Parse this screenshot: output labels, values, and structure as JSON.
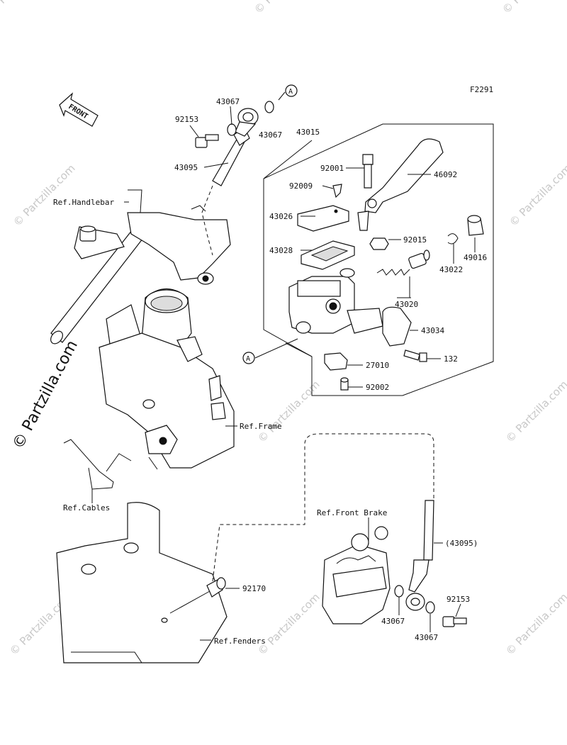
{
  "figure_code": "F2291",
  "front_arrow": "FRONT",
  "ref_a": "A",
  "watermark": "© Partzilla.com",
  "labels": {
    "p43067a": "43067",
    "p43067b": "43067",
    "p92153a": "92153",
    "p43015": "43015",
    "p43095": "43095",
    "p92001": "92001",
    "p46092": "46092",
    "p92009": "92009",
    "p43026": "43026",
    "p92015": "92015",
    "p49016": "49016",
    "p43028": "43028",
    "p43022": "43022",
    "p43020": "43020",
    "p43034": "43034",
    "p132": "132",
    "p27010": "27010",
    "p92002": "92002",
    "p92170": "92170",
    "p43095b": "(43095)",
    "p92153b": "92153",
    "p43067c": "43067",
    "p43067d": "43067"
  },
  "refs": {
    "handlebar": "Ref.Handlebar",
    "frame": "Ref.Frame",
    "cables": "Ref.Cables",
    "front_brake": "Ref.Front Brake",
    "fenders": "Ref.Fenders"
  }
}
